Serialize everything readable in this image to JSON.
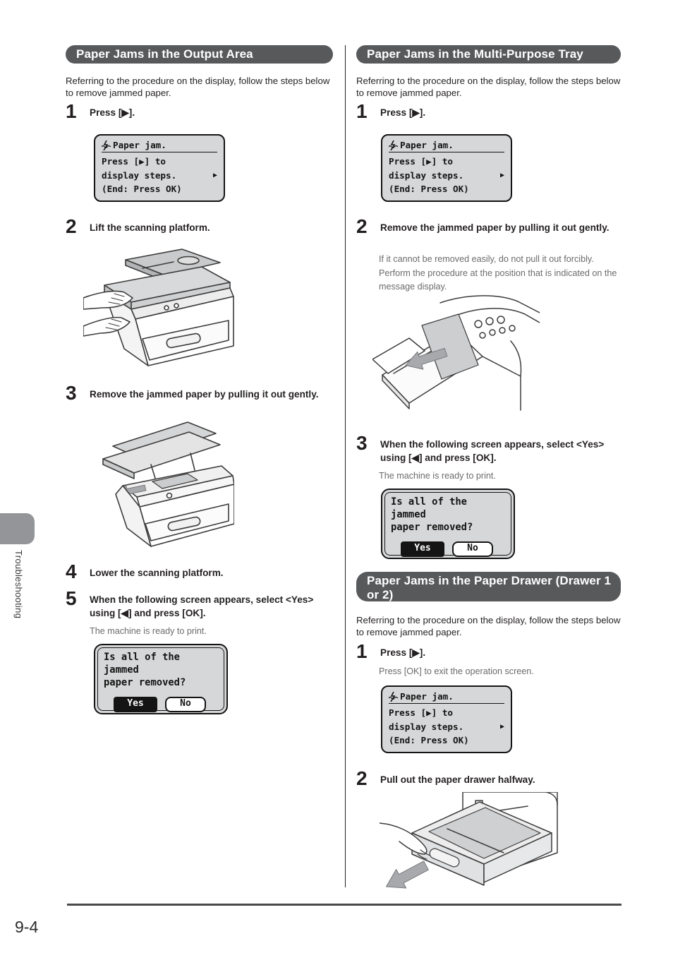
{
  "page": {
    "number": "9-4",
    "sidebar_label": "Troubleshooting"
  },
  "colors": {
    "header_bar": "#58595b",
    "lcd_background": "#d6d7d8",
    "note_text": "#6b6b6b",
    "sidebar_tab": "#939598",
    "illustration_arrow": "#a7a9ac"
  },
  "lcd_jam": {
    "line1": "Paper jam.",
    "line2": "Press [▶] to",
    "line3": "display steps.",
    "line3_arrow": "▶",
    "line4": "(End: Press OK)"
  },
  "lcd_confirm": {
    "line1": "Is all of the jammed",
    "line2": "paper removed?",
    "yes_label": "Yes",
    "no_label": "No"
  },
  "sections": {
    "output_area": {
      "title": "Paper Jams in the Output Area",
      "intro": "Referring to the procedure on the display, follow the steps below to remove jammed paper.",
      "steps": [
        {
          "num": "1",
          "text": "Press [▶]."
        },
        {
          "num": "2",
          "text": "Lift the scanning platform."
        },
        {
          "num": "3",
          "text": "Remove the jammed paper by pulling it out gently."
        },
        {
          "num": "4",
          "text": "Lower the scanning platform."
        },
        {
          "num": "5",
          "text": "When the following screen appears, select <Yes> using [◀] and press [OK]."
        }
      ],
      "ready_note": "The machine is ready to print."
    },
    "mp_tray": {
      "title": "Paper Jams in the Multi-Purpose Tray",
      "intro": "Referring to the procedure on the display, follow the steps below to remove jammed paper.",
      "steps": [
        {
          "num": "1",
          "text": "Press [▶]."
        },
        {
          "num": "2",
          "text": "Remove the jammed paper by pulling it out gently."
        },
        {
          "num": "3",
          "text": "When the following screen appears, select <Yes> using [◀] and press [OK]."
        }
      ],
      "forcible_note": "If it cannot be removed easily, do not pull it out forcibly. Perform the procedure at the position that is indicated on the message display.",
      "ready_note": "The machine is ready to print."
    },
    "paper_drawer": {
      "title": "Paper Jams in the Paper Drawer (Drawer 1 or 2)",
      "intro": "Referring to the procedure on the display, follow the steps below to remove jammed paper.",
      "steps": [
        {
          "num": "1",
          "text": "Press [▶]."
        },
        {
          "num": "2",
          "text": "Pull out the paper drawer halfway."
        }
      ],
      "exit_note": "Press [OK] to exit the operation screen."
    }
  }
}
